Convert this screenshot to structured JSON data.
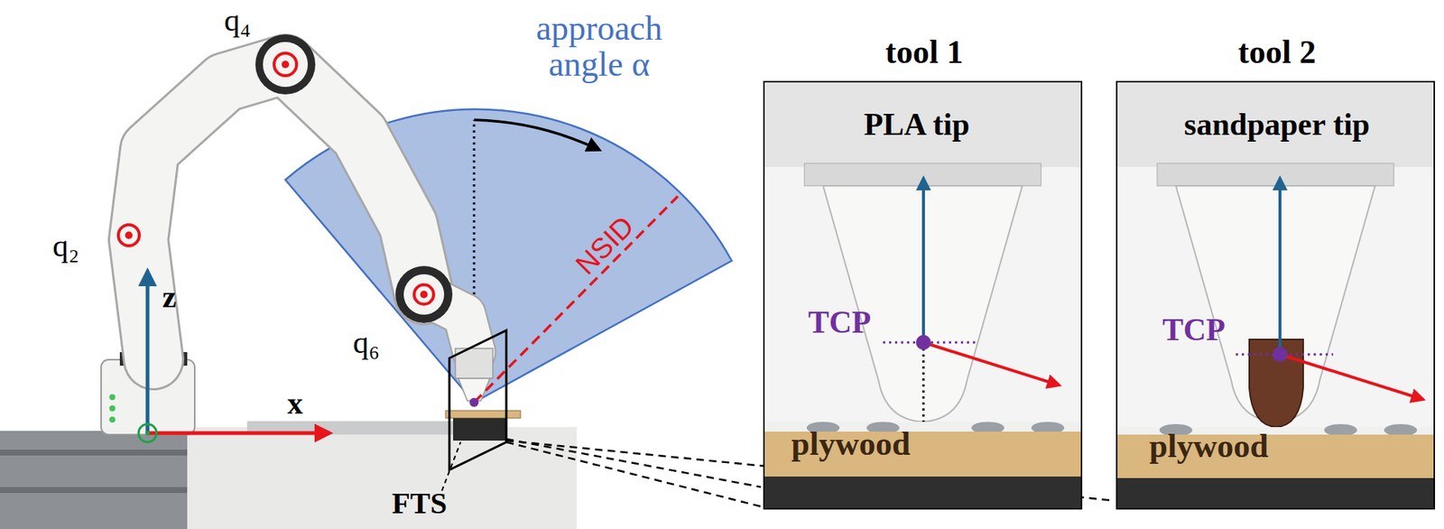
{
  "diagram": {
    "nodes": [
      {
        "text": [
          "tool 1",
          "PLA tip",
          "TCP",
          "plywood"
        ]
      },
      {
        "text": [
          "tool 2",
          "sandpaper tip",
          "TCP",
          "plywood"
        ]
      }
    ],
    "labels": [
      "q₄",
      "q₂",
      "z",
      "x",
      "q₆",
      "FTS",
      "approach angle α",
      "NSID"
    ]
  }
}
